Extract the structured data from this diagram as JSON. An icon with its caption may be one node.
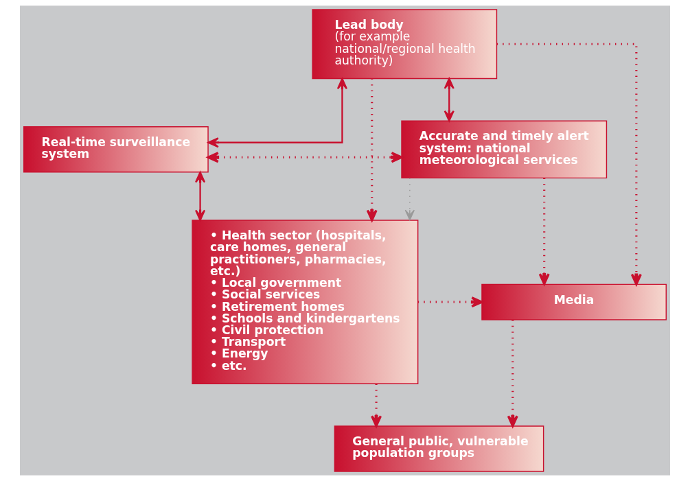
{
  "diagram": {
    "nodes": [
      {
        "text": [
          "Lead body",
          "(for example national/regional health authority)"
        ]
      },
      {
        "text": [
          "Real-time surveillance system"
        ]
      },
      {
        "text": [
          "Accurate and timely alert system: national meteorological services"
        ]
      },
      {
        "text": [
          "• Health sector (hospitals, care homes, general practitioners, pharmacies, etc.)",
          "• Local government",
          "• Social services",
          "• Retirement homes",
          "• Schools and kindergartens",
          "• Civil protection",
          "• Transport",
          "• Energy",
          "• etc."
        ]
      },
      {
        "text": [
          "Media"
        ]
      },
      {
        "text": [
          "General public, vulnerable population groups"
        ]
      }
    ],
    "edges": [
      {
        "from": 0,
        "to": 1,
        "arrow": "both"
      },
      {
        "from": 0,
        "to": 2,
        "arrow": "both"
      },
      {
        "from": 0,
        "to": 3,
        "arrow": "to",
        "style": "dashed"
      },
      {
        "from": 0,
        "to": 4,
        "arrow": "to",
        "style": "dashed"
      },
      {
        "from": 1,
        "to": 2,
        "arrow": "both",
        "style": "dashed"
      },
      {
        "from": 1,
        "to": 3,
        "arrow": "both"
      },
      {
        "from": 2,
        "to": 3,
        "arrow": "to",
        "style": "dashed",
        "color": "#9a9a9a"
      },
      {
        "from": 2,
        "to": 4,
        "arrow": "to",
        "style": "dashed"
      },
      {
        "from": 3,
        "to": 4,
        "arrow": "to",
        "style": "dashed"
      },
      {
        "from": 4,
        "to": 5,
        "arrow": "to",
        "style": "dashed"
      },
      {
        "from": 3,
        "to": 5,
        "arrow": "to",
        "style": "dashed"
      }
    ]
  }
}
